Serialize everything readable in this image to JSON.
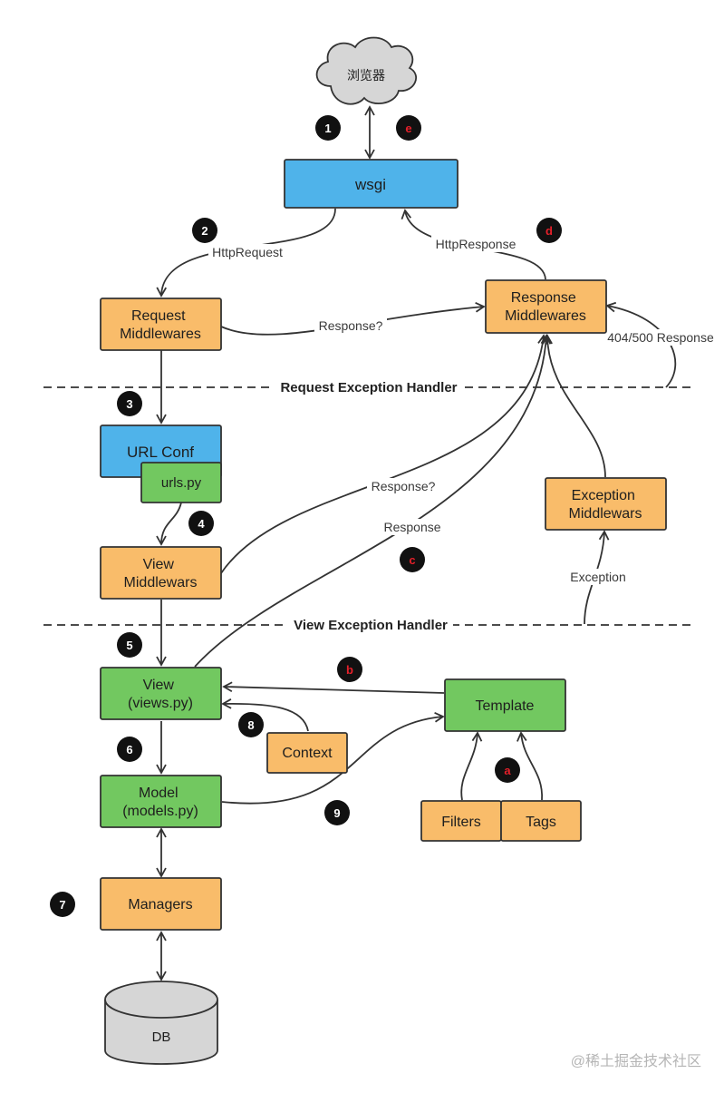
{
  "colors": {
    "orange": "#f9bc6a",
    "blue": "#4fb3ea",
    "green": "#72c860",
    "cloud": "#d6d6d6",
    "db": "#d6d6d6",
    "stroke": "#333333",
    "badge": "#111111",
    "badge_text_white": "#ffffff",
    "badge_text_red": "#e5202a"
  },
  "nodes": {
    "browser": "浏览器",
    "wsgi": "wsgi",
    "request_mw": [
      "Request",
      "Middlewares"
    ],
    "response_mw": [
      "Response",
      "Middlewares"
    ],
    "url_conf": "URL Conf",
    "urls_py": "urls.py",
    "view_mw": [
      "View",
      "Middlewars"
    ],
    "exception_mw": [
      "Exception",
      "Middlewars"
    ],
    "view": [
      "View",
      "(views.py)"
    ],
    "template": "Template",
    "context": "Context",
    "model": [
      "Model",
      "(models.py)"
    ],
    "filters": "Filters",
    "tags": "Tags",
    "managers": "Managers",
    "db": "DB"
  },
  "edge_labels": {
    "http_request": "HttpRequest",
    "http_response": "HttpResponse",
    "response_q1": "Response?",
    "response_q2": "Response?",
    "response": "Response",
    "status_response": "404/500 Response",
    "exception": "Exception"
  },
  "separators": {
    "request_handler": "Request Exception Handler",
    "view_handler": "View Exception Handler"
  },
  "badges": {
    "b1": "1",
    "b2": "2",
    "b3": "3",
    "b4": "4",
    "b5": "5",
    "b6": "6",
    "b7": "7",
    "b8": "8",
    "b9": "9",
    "ba": "a",
    "bb": "b",
    "bc": "c",
    "bd": "d",
    "be": "e"
  },
  "watermark": "@稀土掘金技术社区"
}
